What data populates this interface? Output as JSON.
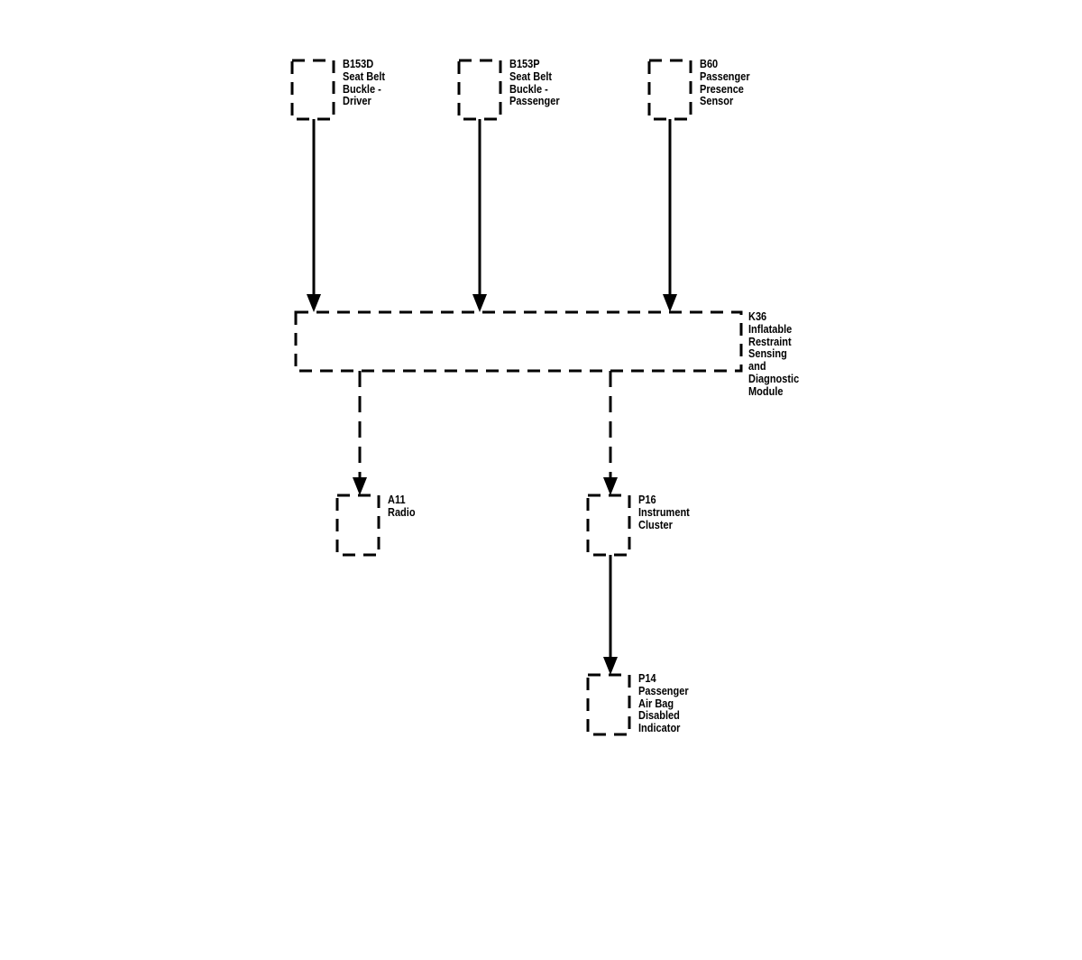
{
  "components": {
    "b153d": {
      "lines": [
        "B153D",
        "Seat Belt",
        "Buckle -",
        "Driver"
      ]
    },
    "b153p": {
      "lines": [
        "B153P",
        "Seat Belt",
        "Buckle -",
        "Passenger"
      ]
    },
    "b60": {
      "lines": [
        "B60",
        "Passenger",
        "Presence",
        "Sensor"
      ]
    },
    "k36": {
      "lines": [
        "K36",
        "Inflatable",
        "Restraint",
        "Sensing",
        "and",
        "Diagnostic",
        "Module"
      ]
    },
    "a11": {
      "lines": [
        "A11",
        "Radio"
      ]
    },
    "p16": {
      "lines": [
        "P16",
        "Instrument",
        "Cluster"
      ]
    },
    "p14": {
      "lines": [
        "P14",
        "Passenger",
        "Air Bag",
        "Disabled",
        "Indicator"
      ]
    }
  },
  "connections": [
    {
      "from": "b153d",
      "to": "k36",
      "style": "solid"
    },
    {
      "from": "b153p",
      "to": "k36",
      "style": "solid"
    },
    {
      "from": "b60",
      "to": "k36",
      "style": "solid"
    },
    {
      "from": "k36",
      "to": "a11",
      "style": "dashed"
    },
    {
      "from": "k36",
      "to": "p16",
      "style": "dashed"
    },
    {
      "from": "p16",
      "to": "p14",
      "style": "solid"
    }
  ],
  "colors": {
    "line": "#000000",
    "background": "#ffffff"
  }
}
